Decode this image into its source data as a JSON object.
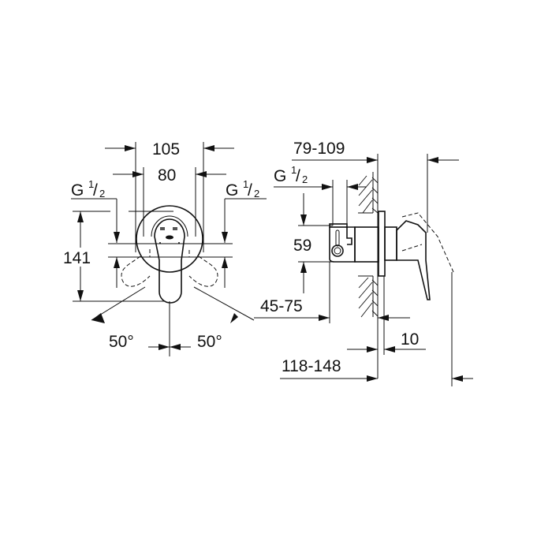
{
  "drawing": {
    "type": "technical dimension drawing",
    "subject": "concealed single-lever shower mixer",
    "views": [
      "front-view",
      "side-view"
    ]
  },
  "front_view": {
    "dim_overall_width": "105",
    "dim_rosette_width": "80",
    "dim_height": "141",
    "thread_left": {
      "main": "G",
      "num": "1",
      "den": "2"
    },
    "thread_right": {
      "main": "G",
      "num": "1",
      "den": "2"
    },
    "angle_left": "50°",
    "angle_right": "50°"
  },
  "side_view": {
    "dim_install_depth": "79-109",
    "thread": {
      "main": "G",
      "num": "1",
      "den": "2"
    },
    "dim_outlet_offset": "59",
    "dim_body_depth": "45-75",
    "dim_rosette_thickness": "10",
    "dim_total_depth": "118-148"
  },
  "colors": {
    "line": "#111111",
    "background": "#ffffff"
  }
}
